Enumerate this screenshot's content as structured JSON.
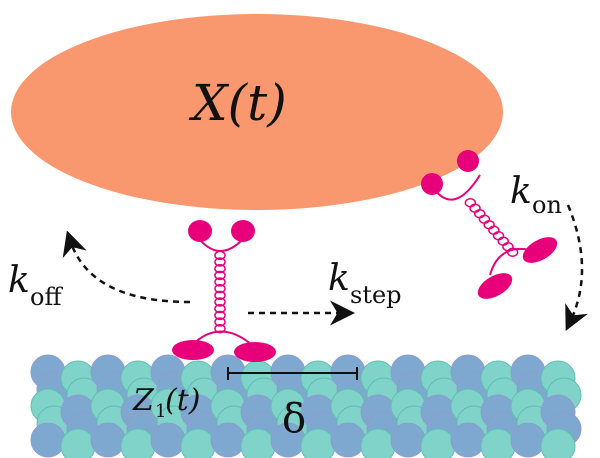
{
  "labels": {
    "cargo": "X(t)",
    "position": "Z",
    "position_sub": "1",
    "position_arg": "(t)",
    "step_size": "δ",
    "k_off": "k",
    "k_off_sub": "off",
    "k_step": "k",
    "k_step_sub": "step",
    "k_on": "k",
    "k_on_sub": "on"
  },
  "colors": {
    "cargo": "#f9986f",
    "motor": "#e8007a",
    "tubulin_alpha": "#7fa8d0",
    "tubulin_beta": "#7fd3c8"
  }
}
